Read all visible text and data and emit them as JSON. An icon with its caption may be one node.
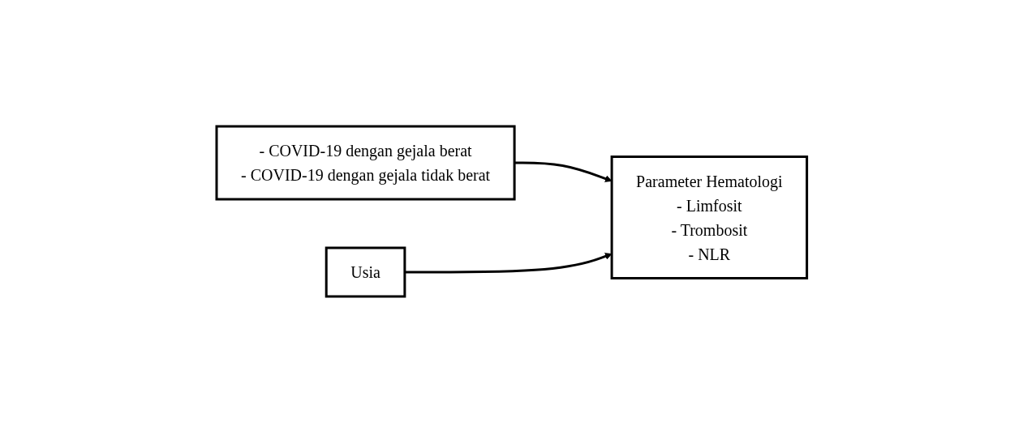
{
  "diagram": {
    "nodes": [
      {
        "text": [
          "- COVID-19 dengan gejala berat",
          "- COVID-19 dengan gejala tidak berat"
        ]
      },
      {
        "text": [
          "Parameter Hematologi",
          "- Limfosit",
          "- Trombosit",
          "- NLR"
        ]
      },
      {
        "text": [
          "Usia"
        ]
      }
    ],
    "edges": [
      {
        "from": 0,
        "to": 1,
        "arrow": "to"
      },
      {
        "from": 2,
        "to": 1,
        "arrow": "to"
      }
    ]
  }
}
